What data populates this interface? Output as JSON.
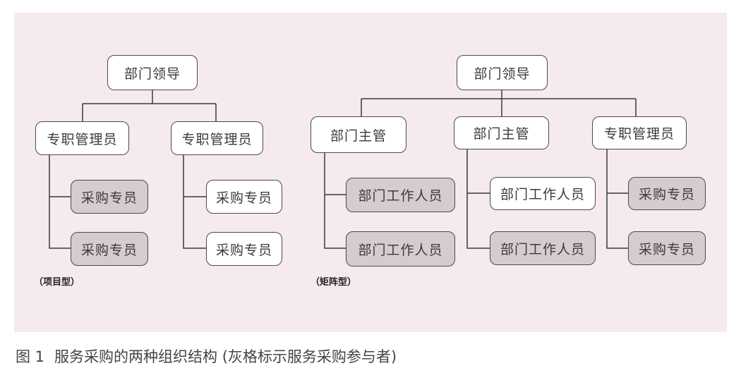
{
  "caption": {
    "figure_number": "图 1",
    "text": "服务采购的两种组织结构 (灰格标示服务采购参与者)"
  },
  "left_chart": {
    "label": "（项目型）",
    "root": "部门领导",
    "branch_a": "专职管理员",
    "branch_b": "专职管理员",
    "a_items": [
      "采购专员",
      "采购专员"
    ],
    "b_items": [
      "采购专员",
      "采购专员"
    ]
  },
  "right_chart": {
    "label": "（矩阵型）",
    "root": "部门领导",
    "branch_a": "部门主管",
    "branch_b": "部门主管",
    "branch_c": "专职管理员",
    "a_items": [
      "部门工作人员",
      "部门工作人员"
    ],
    "b_items": [
      "部门工作人员",
      "部门工作人员"
    ],
    "c_items": [
      "采购专员",
      "采购专员"
    ]
  },
  "colors": {
    "panel_background": "#f5eaee",
    "participant_fill": "#d6cccf",
    "box_fill": "#ffffff",
    "line": "#3a3a3a"
  }
}
